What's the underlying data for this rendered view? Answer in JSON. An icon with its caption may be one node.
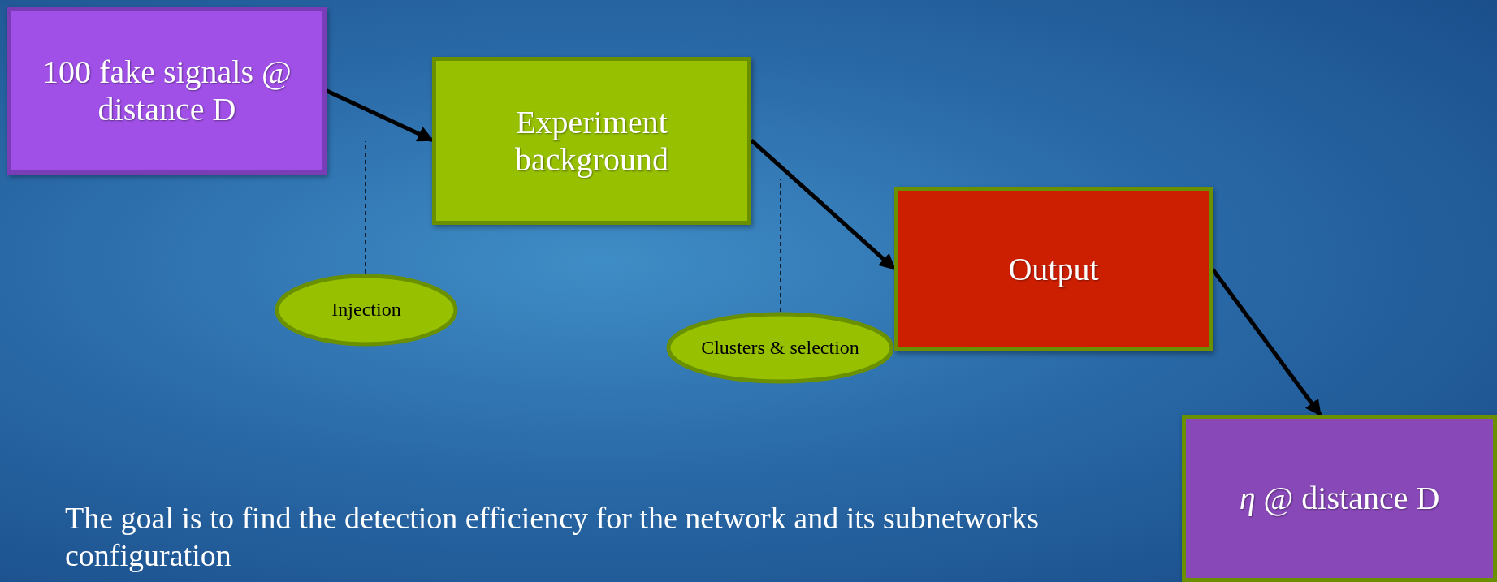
{
  "diagram": {
    "nodes": [
      {
        "text": [
          "100 fake signals @ distance D"
        ]
      },
      {
        "text": [
          "Experiment background"
        ]
      },
      {
        "text": [
          "Output"
        ]
      },
      {
        "text": [
          "*η*  @ distance D"
        ]
      },
      {
        "text": [
          "Injection"
        ]
      },
      {
        "text": [
          "Clusters & selection"
        ]
      }
    ],
    "edges": [
      {
        "from": 0,
        "to": 1,
        "arrow": "to"
      },
      {
        "from": 1,
        "to": 2,
        "arrow": "to"
      },
      {
        "from": 2,
        "to": 3,
        "arrow": "to"
      },
      {
        "from": 4,
        "to": null,
        "arrow": "none",
        "style": "dashed"
      },
      {
        "from": 5,
        "to": null,
        "arrow": "none",
        "style": "dashed"
      }
    ],
    "labels": [
      "The goal is to find the detection efficiency for the network and its subnetworks configuration"
    ]
  }
}
